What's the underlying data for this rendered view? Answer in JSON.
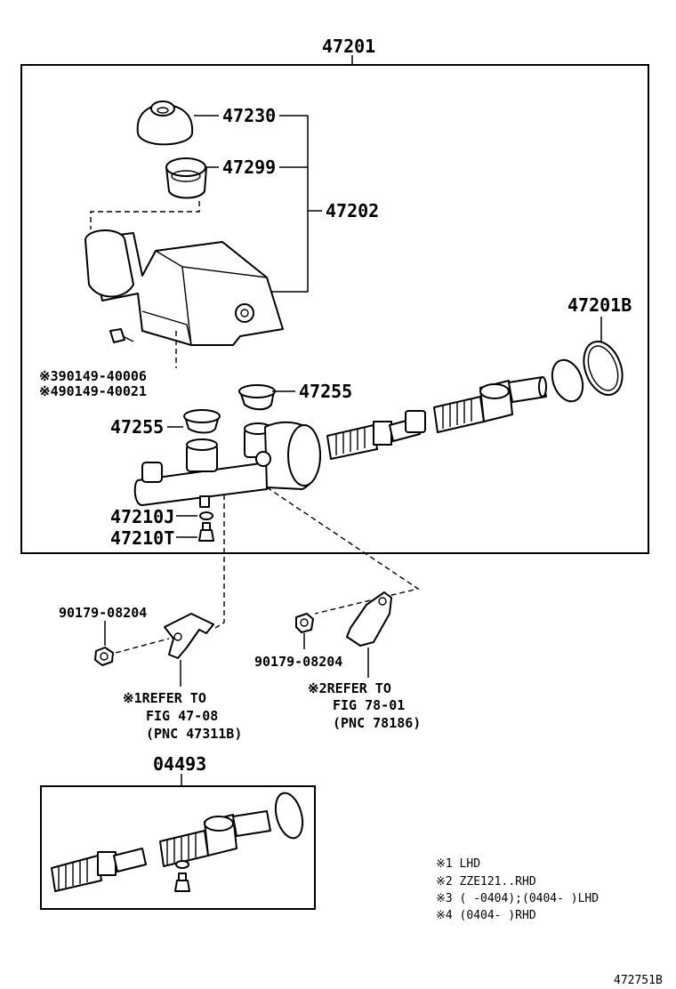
{
  "labels": {
    "assembly": "47201",
    "boot": "47230",
    "grommet": "47299",
    "reservoir": "47202",
    "seal_ring": "47201B",
    "reservoir_bolt_a": "※390149-40006",
    "reservoir_bolt_b": "※490149-40021",
    "grommet_right": "47255",
    "grommet_left": "47255",
    "gasket": "47210J",
    "union_bolt": "47210T",
    "nut_left": "90179-08204",
    "nut_right": "90179-08204",
    "kit": "04493",
    "diagram_id": "472751B"
  },
  "refs": {
    "left": {
      "line1": "※1REFER TO",
      "line2": "FIG 47-08",
      "line3": "(PNC 47311B)"
    },
    "right": {
      "line1": "※2REFER TO",
      "line2": "FIG 78-01",
      "line3": "(PNC 78186)"
    }
  },
  "notes": [
    "※1 LHD",
    "※2 ZZE121..RHD",
    "※3 (     -0404);(0404-     )LHD",
    "※4 (0404-     )RHD"
  ]
}
